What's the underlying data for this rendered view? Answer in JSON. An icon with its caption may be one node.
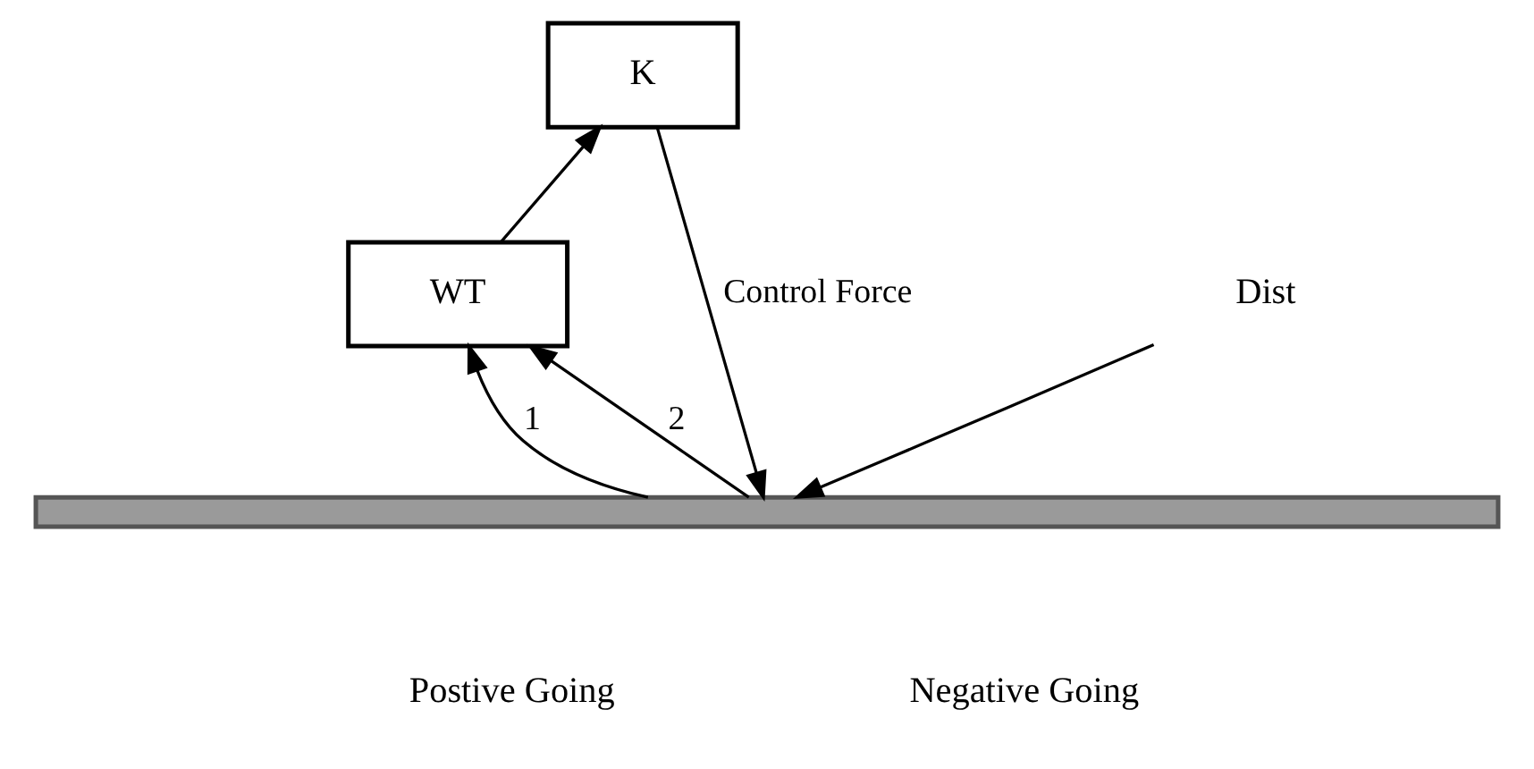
{
  "diagram": {
    "nodes": [
      {
        "text": [
          "K"
        ]
      },
      {
        "text": [
          "WT"
        ]
      },
      {
        "text": [
          "Dist"
        ]
      },
      {
        "text": [],
        "shape": "bar"
      }
    ],
    "edges": [
      {
        "from": 2,
        "to": 3,
        "arrow": "to"
      },
      {
        "from": 3,
        "to": 1,
        "arrow": "to",
        "label": "1"
      },
      {
        "from": 3,
        "to": 1,
        "arrow": "to",
        "label": "2"
      },
      {
        "from": 1,
        "to": 0,
        "arrow": "to"
      },
      {
        "from": 0,
        "to": 3,
        "arrow": "to",
        "label": "Control Force"
      }
    ],
    "labels": [
      "Postive Going",
      "Negative Going"
    ]
  }
}
